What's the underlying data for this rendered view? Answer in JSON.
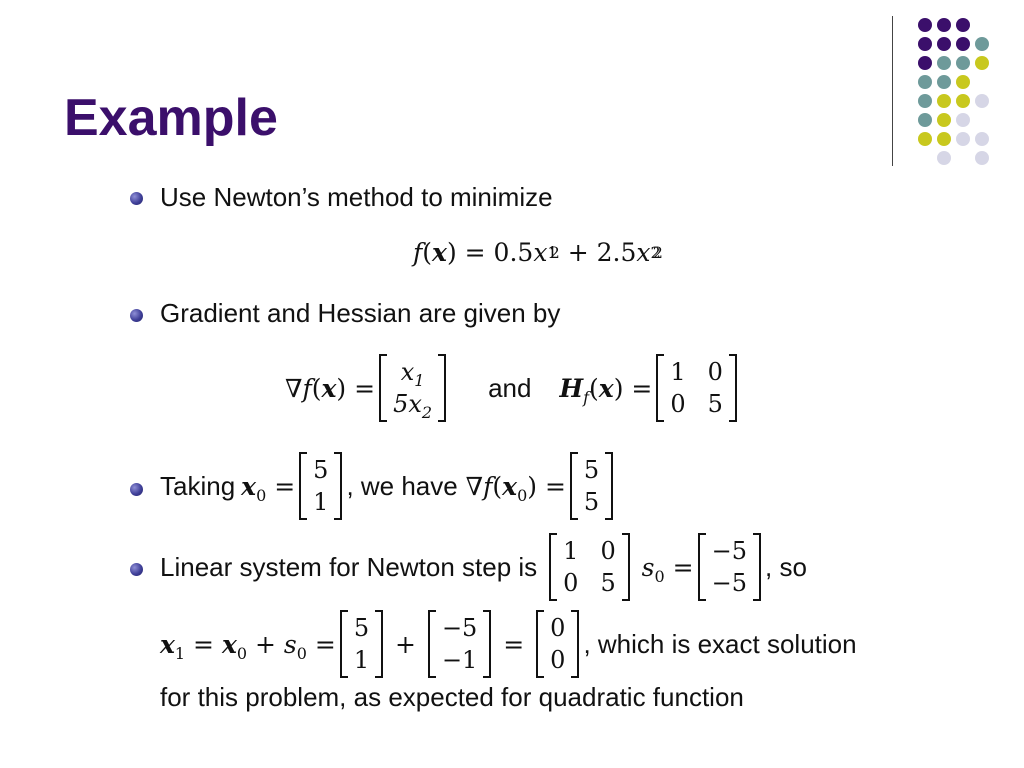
{
  "slide": {
    "title": "Example",
    "bullets": [
      "Use Newton’s method to minimize",
      "Gradient and Hessian are given by",
      "Taking",
      "Linear system for Newton step is"
    ],
    "eq1": {
      "f": "f",
      "x": "x",
      "rhs_coef1": "0.5",
      "rhs_coef2": "2.5"
    },
    "and_word": "and",
    "we_have": ", we have",
    "so_word": ", so",
    "which_exact": ", which is exact solution",
    "last_line": "for this problem, as expected for quadratic function",
    "grad_vector": [
      "x1",
      "5x2"
    ],
    "hessian": [
      "1",
      "0",
      "0",
      "5"
    ],
    "x0": [
      "5",
      "1"
    ],
    "grad_x0": [
      "5",
      "5"
    ],
    "step_matrix": [
      "1",
      "0",
      "0",
      "5"
    ],
    "neg_grad": [
      "−5",
      "−5"
    ],
    "sum_x0": [
      "5",
      "1"
    ],
    "sum_s0": [
      "−5",
      "−1"
    ],
    "sum_result": [
      "0",
      "0"
    ]
  },
  "decor": {
    "purple": "#3b0f6b",
    "teal": "#6e9a9a",
    "yellow": "#c8c81e",
    "lavender": "#d6d6e6"
  }
}
